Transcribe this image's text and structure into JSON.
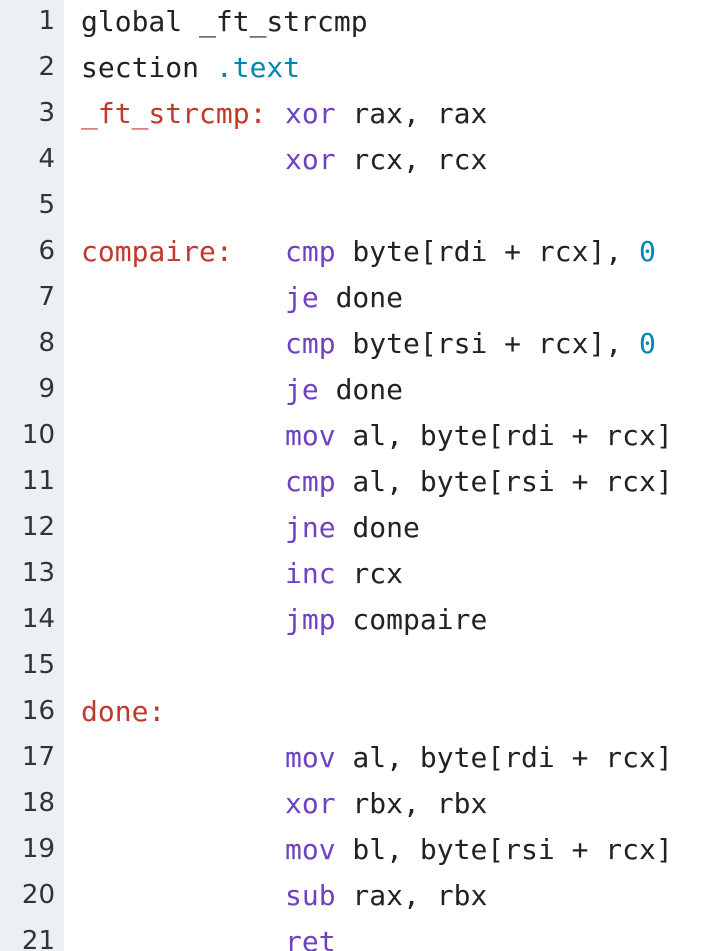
{
  "colors": {
    "gutter_bg": "#eceff4",
    "label": "#c0392b",
    "instruction": "#6f42c1",
    "number": "#0086b3",
    "text": "#222222"
  },
  "lines": [
    {
      "n": "1",
      "label": "",
      "parts": [
        {
          "t": "global _ft_strcmp",
          "c": "plain"
        }
      ]
    },
    {
      "n": "2",
      "label": "",
      "parts": [
        {
          "t": "section ",
          "c": "plain"
        },
        {
          "t": ".text",
          "c": "num"
        }
      ]
    },
    {
      "n": "3",
      "label": "_ft_strcmp:",
      "parts": [
        {
          "t": "xor",
          "c": "instr"
        },
        {
          "t": " rax, rax",
          "c": "plain"
        }
      ]
    },
    {
      "n": "4",
      "label": "",
      "parts": [
        {
          "t": "xor",
          "c": "instr"
        },
        {
          "t": " rcx, rcx",
          "c": "plain"
        }
      ]
    },
    {
      "n": "5",
      "label": "",
      "parts": []
    },
    {
      "n": "6",
      "label": "compaire:",
      "parts": [
        {
          "t": "cmp",
          "c": "instr"
        },
        {
          "t": " byte[rdi + rcx], ",
          "c": "plain"
        },
        {
          "t": "0",
          "c": "num"
        }
      ]
    },
    {
      "n": "7",
      "label": "",
      "parts": [
        {
          "t": "je",
          "c": "instr"
        },
        {
          "t": " done",
          "c": "plain"
        }
      ]
    },
    {
      "n": "8",
      "label": "",
      "parts": [
        {
          "t": "cmp",
          "c": "instr"
        },
        {
          "t": " byte[rsi + rcx], ",
          "c": "plain"
        },
        {
          "t": "0",
          "c": "num"
        }
      ]
    },
    {
      "n": "9",
      "label": "",
      "parts": [
        {
          "t": "je",
          "c": "instr"
        },
        {
          "t": " done",
          "c": "plain"
        }
      ]
    },
    {
      "n": "10",
      "label": "",
      "parts": [
        {
          "t": "mov",
          "c": "instr"
        },
        {
          "t": " al, byte[rdi + rcx]",
          "c": "plain"
        }
      ]
    },
    {
      "n": "11",
      "label": "",
      "parts": [
        {
          "t": "cmp",
          "c": "instr"
        },
        {
          "t": " al, byte[rsi + rcx]",
          "c": "plain"
        }
      ]
    },
    {
      "n": "12",
      "label": "",
      "parts": [
        {
          "t": "jne",
          "c": "instr"
        },
        {
          "t": " done",
          "c": "plain"
        }
      ]
    },
    {
      "n": "13",
      "label": "",
      "parts": [
        {
          "t": "inc",
          "c": "instr"
        },
        {
          "t": " rcx",
          "c": "plain"
        }
      ]
    },
    {
      "n": "14",
      "label": "",
      "parts": [
        {
          "t": "jmp",
          "c": "instr"
        },
        {
          "t": " compaire",
          "c": "plain"
        }
      ]
    },
    {
      "n": "15",
      "label": "",
      "parts": []
    },
    {
      "n": "16",
      "label": "done:",
      "parts": []
    },
    {
      "n": "17",
      "label": "",
      "parts": [
        {
          "t": "mov",
          "c": "instr"
        },
        {
          "t": " al, byte[rdi + rcx]",
          "c": "plain"
        }
      ]
    },
    {
      "n": "18",
      "label": "",
      "parts": [
        {
          "t": "xor",
          "c": "instr"
        },
        {
          "t": " rbx, rbx",
          "c": "plain"
        }
      ]
    },
    {
      "n": "19",
      "label": "",
      "parts": [
        {
          "t": "mov",
          "c": "instr"
        },
        {
          "t": " bl, byte[rsi + rcx]",
          "c": "plain"
        }
      ]
    },
    {
      "n": "20",
      "label": "",
      "parts": [
        {
          "t": "sub",
          "c": "instr"
        },
        {
          "t": " rax, rbx",
          "c": "plain"
        }
      ]
    },
    {
      "n": "21",
      "label": "",
      "parts": [
        {
          "t": "ret",
          "c": "instr"
        }
      ]
    }
  ]
}
